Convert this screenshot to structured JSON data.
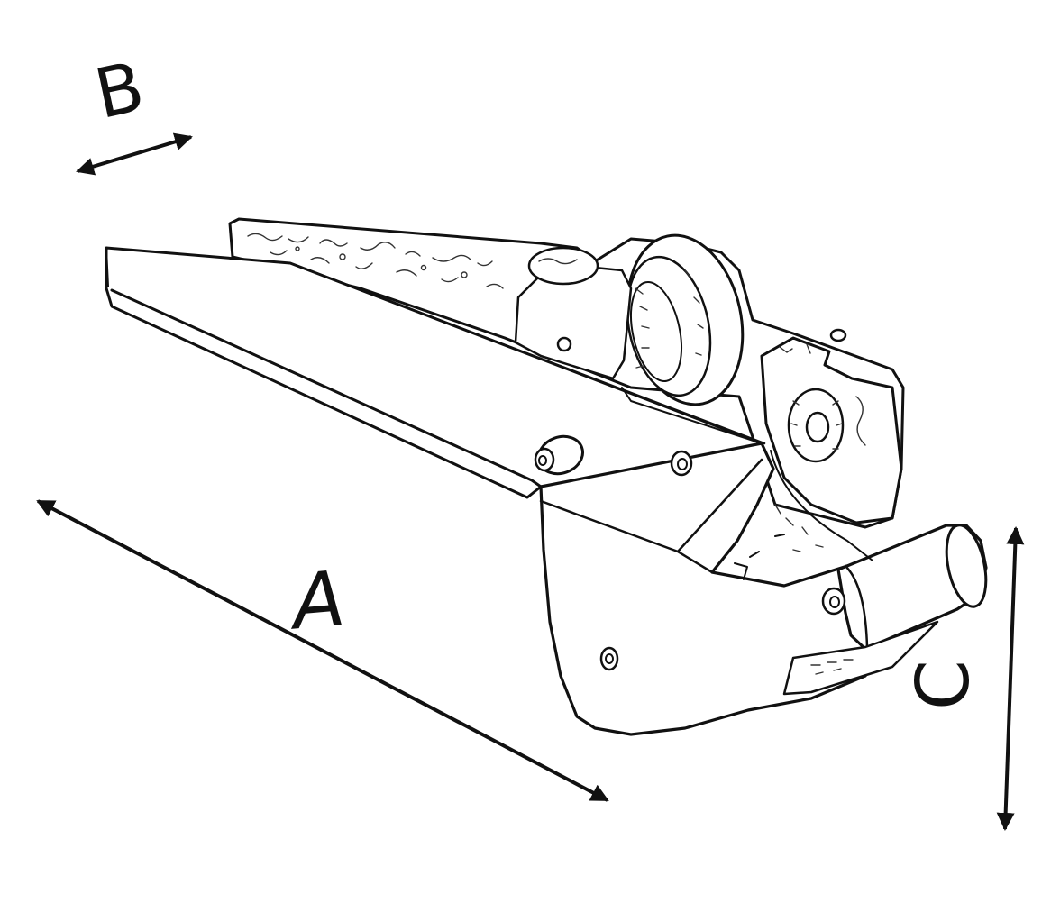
{
  "dimensions": {
    "a": {
      "label": "A"
    },
    "b": {
      "label": "B"
    },
    "c": {
      "label": "C"
    }
  },
  "colors": {
    "ink": "#111111",
    "background": "#ffffff"
  }
}
